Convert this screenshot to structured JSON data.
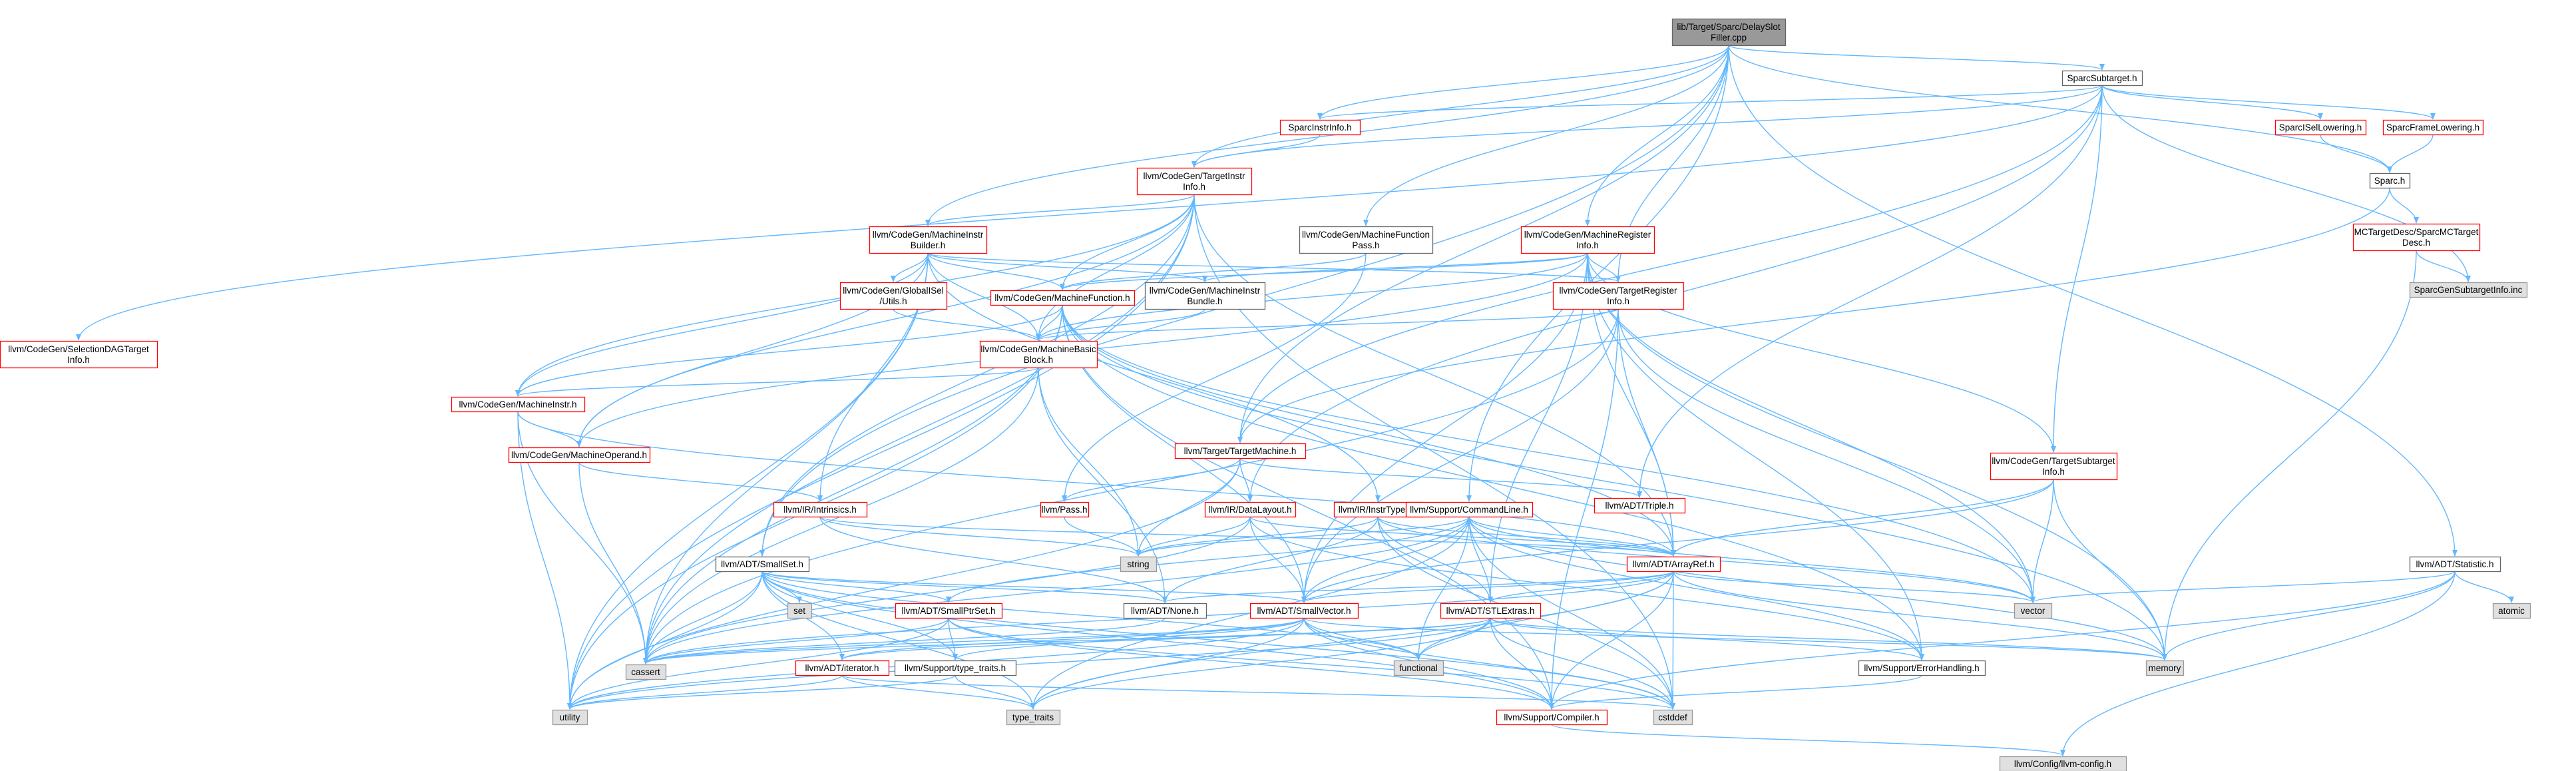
{
  "colors": {
    "background": "#ffffff",
    "node_root_fill": "#999999",
    "node_root_stroke": "#666666",
    "node_normal_fill": "#ffffff",
    "node_normal_stroke": "#666666",
    "node_link_stroke": "#ff0000",
    "node_system_fill": "#e0e0e0",
    "node_system_stroke": "#999999",
    "edge_blue": "#63b8ff",
    "edge_red": "#8b1a1a",
    "edge_orange": "#ffa500"
  },
  "nodes": [
    {
      "id": "root",
      "lines": [
        "lib/Target/Sparc/DelaySlot",
        "Filler.cpp"
      ],
      "style": "root"
    },
    {
      "id": "sparcsubtarget",
      "lines": [
        "SparcSubtarget.h"
      ],
      "style": "normal"
    },
    {
      "id": "sparcinstrinfo",
      "lines": [
        "SparcInstrInfo.h"
      ],
      "style": "link"
    },
    {
      "id": "sparcisel",
      "lines": [
        "SparcISelLowering.h"
      ],
      "style": "link"
    },
    {
      "id": "sparcframe",
      "lines": [
        "SparcFrameLowering.h"
      ],
      "style": "link"
    },
    {
      "id": "sparch",
      "lines": [
        "Sparc.h"
      ],
      "style": "normal"
    },
    {
      "id": "mctarget",
      "lines": [
        "MCTargetDesc/SparcMCTarget",
        "Desc.h"
      ],
      "style": "link"
    },
    {
      "id": "sparcgensub",
      "lines": [
        "SparcGenSubtargetInfo.inc"
      ],
      "style": "system"
    },
    {
      "id": "targetinstr",
      "lines": [
        "llvm/CodeGen/TargetInstr",
        "Info.h"
      ],
      "style": "link"
    },
    {
      "id": "mibuilder",
      "lines": [
        "llvm/CodeGen/MachineInstr",
        "Builder.h"
      ],
      "style": "link"
    },
    {
      "id": "mfpass",
      "lines": [
        "llvm/CodeGen/MachineFunction",
        "Pass.h"
      ],
      "style": "normal"
    },
    {
      "id": "mreginfo",
      "lines": [
        "llvm/CodeGen/MachineRegister",
        "Info.h"
      ],
      "style": "link"
    },
    {
      "id": "globalisel",
      "lines": [
        "llvm/CodeGen/GlobalISel",
        "/Utils.h"
      ],
      "style": "link"
    },
    {
      "id": "mfunction",
      "lines": [
        "llvm/CodeGen/MachineFunction.h"
      ],
      "style": "link"
    },
    {
      "id": "mibundle",
      "lines": [
        "llvm/CodeGen/MachineInstr",
        "Bundle.h"
      ],
      "style": "normal"
    },
    {
      "id": "targetreg",
      "lines": [
        "llvm/CodeGen/TargetRegister",
        "Info.h"
      ],
      "style": "link"
    },
    {
      "id": "seldag",
      "lines": [
        "llvm/CodeGen/SelectionDAGTarget",
        "Info.h"
      ],
      "style": "link"
    },
    {
      "id": "mbb",
      "lines": [
        "llvm/CodeGen/MachineBasic",
        "Block.h"
      ],
      "style": "link"
    },
    {
      "id": "minstr",
      "lines": [
        "llvm/CodeGen/MachineInstr.h"
      ],
      "style": "link"
    },
    {
      "id": "moperand",
      "lines": [
        "llvm/CodeGen/MachineOperand.h"
      ],
      "style": "link"
    },
    {
      "id": "targetmachine",
      "lines": [
        "llvm/Target/TargetMachine.h"
      ],
      "style": "link"
    },
    {
      "id": "triple",
      "lines": [
        "llvm/ADT/Triple.h"
      ],
      "style": "link"
    },
    {
      "id": "intrinsics",
      "lines": [
        "llvm/IR/Intrinsics.h"
      ],
      "style": "link"
    },
    {
      "id": "pass",
      "lines": [
        "llvm/Pass.h"
      ],
      "style": "link"
    },
    {
      "id": "datalayout",
      "lines": [
        "llvm/IR/DataLayout.h"
      ],
      "style": "link"
    },
    {
      "id": "instrtypes",
      "lines": [
        "llvm/IR/InstrTypes.h"
      ],
      "style": "link"
    },
    {
      "id": "cmdline",
      "lines": [
        "llvm/Support/CommandLine.h"
      ],
      "style": "link"
    },
    {
      "id": "targetsub",
      "lines": [
        "llvm/CodeGen/TargetSubtarget",
        "Info.h"
      ],
      "style": "link"
    },
    {
      "id": "statistic",
      "lines": [
        "llvm/ADT/Statistic.h"
      ],
      "style": "normal"
    },
    {
      "id": "atomic",
      "lines": [
        "atomic"
      ],
      "style": "system"
    },
    {
      "id": "smallset",
      "lines": [
        "llvm/ADT/SmallSet.h"
      ],
      "style": "normal"
    },
    {
      "id": "set",
      "lines": [
        "set"
      ],
      "style": "system"
    },
    {
      "id": "string",
      "lines": [
        "string"
      ],
      "style": "system"
    },
    {
      "id": "arrayref",
      "lines": [
        "llvm/ADT/ArrayRef.h"
      ],
      "style": "link"
    },
    {
      "id": "vector",
      "lines": [
        "vector"
      ],
      "style": "system"
    },
    {
      "id": "none",
      "lines": [
        "llvm/ADT/None.h"
      ],
      "style": "normal"
    },
    {
      "id": "smallptrset",
      "lines": [
        "llvm/ADT/SmallPtrSet.h"
      ],
      "style": "link"
    },
    {
      "id": "smallvector",
      "lines": [
        "llvm/ADT/SmallVector.h"
      ],
      "style": "link"
    },
    {
      "id": "stlextras",
      "lines": [
        "llvm/ADT/STLExtras.h"
      ],
      "style": "link"
    },
    {
      "id": "cassert",
      "lines": [
        "cassert"
      ],
      "style": "system"
    },
    {
      "id": "functional",
      "lines": [
        "functional"
      ],
      "style": "system"
    },
    {
      "id": "memory",
      "lines": [
        "memory"
      ],
      "style": "system"
    },
    {
      "id": "iterator",
      "lines": [
        "llvm/ADT/iterator.h"
      ],
      "style": "link"
    },
    {
      "id": "typetraits_h",
      "lines": [
        "llvm/Support/type_traits.h"
      ],
      "style": "normal"
    },
    {
      "id": "errorhandling",
      "lines": [
        "llvm/Support/ErrorHandling.h"
      ],
      "style": "normal"
    },
    {
      "id": "utility",
      "lines": [
        "utility"
      ],
      "style": "system"
    },
    {
      "id": "type_traits",
      "lines": [
        "type_traits"
      ],
      "style": "system"
    },
    {
      "id": "compiler",
      "lines": [
        "llvm/Support/Compiler.h"
      ],
      "style": "link"
    },
    {
      "id": "cstddef",
      "lines": [
        "cstddef"
      ],
      "style": "system"
    },
    {
      "id": "llvmconfig",
      "lines": [
        "llvm/Config/llvm-config.h"
      ],
      "style": "system"
    }
  ],
  "edges": [
    [
      "root",
      "sparcsubtarget"
    ],
    [
      "root",
      "targetinstr"
    ],
    [
      "root",
      "mibuilder"
    ],
    [
      "root",
      "mfpass"
    ],
    [
      "root",
      "mreginfo"
    ],
    [
      "root",
      "targetreg"
    ],
    [
      "root",
      "targetmachine"
    ],
    [
      "root",
      "cmdline"
    ],
    [
      "root",
      "statistic"
    ],
    [
      "root",
      "smallset"
    ],
    [
      "root",
      "sparch"
    ],
    [
      "root",
      "sparcinstrinfo"
    ],
    [
      "sparcsubtarget",
      "sparcinstrinfo"
    ],
    [
      "sparcsubtarget",
      "sparcisel"
    ],
    [
      "sparcsubtarget",
      "sparcframe"
    ],
    [
      "sparcsubtarget",
      "sparcgensub"
    ],
    [
      "sparcsubtarget",
      "seldag"
    ],
    [
      "sparcsubtarget",
      "targetsub"
    ],
    [
      "sparcsubtarget",
      "triple"
    ],
    [
      "sparcsubtarget",
      "datalayout"
    ],
    [
      "sparcsubtarget",
      "targetmachine"
    ],
    [
      "sparcsubtarget",
      "targetinstr"
    ],
    [
      "sparcframe",
      "sparch"
    ],
    [
      "sparcisel",
      "sparch"
    ],
    [
      "sparch",
      "mctarget"
    ],
    [
      "sparch",
      "targetmachine"
    ],
    [
      "mctarget",
      "sparcgensub"
    ],
    [
      "mctarget",
      "memory"
    ],
    [
      "sparcinstrinfo",
      "targetinstr"
    ],
    [
      "targetinstr",
      "mibuilder"
    ],
    [
      "targetinstr",
      "mfunction"
    ],
    [
      "targetinstr",
      "mbb"
    ],
    [
      "targetinstr",
      "minstr"
    ],
    [
      "targetinstr",
      "moperand"
    ],
    [
      "targetinstr",
      "arrayref"
    ],
    [
      "targetinstr",
      "cassert"
    ],
    [
      "targetinstr",
      "utility"
    ],
    [
      "targetinstr",
      "smallset"
    ],
    [
      "targetinstr",
      "cstddef"
    ],
    [
      "mibuilder",
      "globalisel"
    ],
    [
      "mibuilder",
      "mfunction"
    ],
    [
      "mibuilder",
      "mibundle"
    ],
    [
      "mibuilder",
      "mbb"
    ],
    [
      "mibuilder",
      "minstr"
    ],
    [
      "mibuilder",
      "moperand"
    ],
    [
      "mibuilder",
      "targetreg"
    ],
    [
      "mibuilder",
      "intrinsics"
    ],
    [
      "mibuilder",
      "cassert"
    ],
    [
      "mibuilder",
      "utility"
    ],
    [
      "mibuilder",
      "instrtypes"
    ],
    [
      "mfpass",
      "mfunction"
    ],
    [
      "mfpass",
      "pass"
    ],
    [
      "mreginfo",
      "mfunction"
    ],
    [
      "mreginfo",
      "mbb"
    ],
    [
      "mreginfo",
      "mibundle"
    ],
    [
      "mreginfo",
      "moperand"
    ],
    [
      "mreginfo",
      "targetreg"
    ],
    [
      "mreginfo",
      "targetsub"
    ],
    [
      "mreginfo",
      "arrayref"
    ],
    [
      "mreginfo",
      "smallvector"
    ],
    [
      "mreginfo",
      "stlextras"
    ],
    [
      "mreginfo",
      "errorhandling"
    ],
    [
      "mreginfo",
      "vector"
    ],
    [
      "mreginfo",
      "memory"
    ],
    [
      "globalisel",
      "mbb"
    ],
    [
      "mfunction",
      "mbb"
    ],
    [
      "mfunction",
      "minstr"
    ],
    [
      "mfunction",
      "arrayref"
    ],
    [
      "mfunction",
      "smallvector"
    ],
    [
      "mfunction",
      "errorhandling"
    ],
    [
      "mfunction",
      "compiler"
    ],
    [
      "mfunction",
      "cassert"
    ],
    [
      "mfunction",
      "utility"
    ],
    [
      "mfunction",
      "memory"
    ],
    [
      "mfunction",
      "vector"
    ],
    [
      "mibundle",
      "mbb"
    ],
    [
      "targetreg",
      "mbb"
    ],
    [
      "targetreg",
      "arrayref"
    ],
    [
      "targetreg",
      "smallvector"
    ],
    [
      "targetreg",
      "compiler"
    ],
    [
      "targetreg",
      "cassert"
    ],
    [
      "targetreg",
      "vector"
    ],
    [
      "mbb",
      "minstr"
    ],
    [
      "mbb",
      "none"
    ],
    [
      "mbb",
      "string"
    ],
    [
      "mbb",
      "cassert"
    ],
    [
      "minstr",
      "moperand"
    ],
    [
      "minstr",
      "arrayref"
    ],
    [
      "minstr",
      "cassert"
    ],
    [
      "minstr",
      "utility"
    ],
    [
      "moperand",
      "intrinsics"
    ],
    [
      "moperand",
      "cassert"
    ],
    [
      "targetmachine",
      "triple"
    ],
    [
      "targetmachine",
      "datalayout"
    ],
    [
      "targetmachine",
      "pass"
    ],
    [
      "targetmachine",
      "string"
    ],
    [
      "targetmachine",
      "utility"
    ],
    [
      "intrinsics",
      "none"
    ],
    [
      "intrinsics",
      "arrayref"
    ],
    [
      "intrinsics",
      "string"
    ],
    [
      "pass",
      "string"
    ],
    [
      "datalayout",
      "arrayref"
    ],
    [
      "datalayout",
      "smallvector"
    ],
    [
      "datalayout",
      "string"
    ],
    [
      "datalayout",
      "cassert"
    ],
    [
      "datalayout",
      "errorhandling"
    ],
    [
      "instrtypes",
      "arrayref"
    ],
    [
      "instrtypes",
      "none"
    ],
    [
      "instrtypes",
      "stlextras"
    ],
    [
      "instrtypes",
      "string"
    ],
    [
      "instrtypes",
      "vector"
    ],
    [
      "instrtypes",
      "cstddef"
    ],
    [
      "cmdline",
      "arrayref"
    ],
    [
      "cmdline",
      "smallptrset"
    ],
    [
      "cmdline",
      "smallvector"
    ],
    [
      "cmdline",
      "stlextras"
    ],
    [
      "cmdline",
      "errorhandling"
    ],
    [
      "cmdline",
      "cassert"
    ],
    [
      "cmdline",
      "functional"
    ],
    [
      "cmdline",
      "string"
    ],
    [
      "cmdline",
      "vector"
    ],
    [
      "cmdline",
      "type_traits"
    ],
    [
      "cmdline",
      "cstddef"
    ],
    [
      "cmdline",
      "memory"
    ],
    [
      "targetsub",
      "arrayref"
    ],
    [
      "targetsub",
      "smallvector"
    ],
    [
      "targetsub",
      "vector"
    ],
    [
      "targetsub",
      "memory"
    ],
    [
      "statistic",
      "atomic"
    ],
    [
      "statistic",
      "memory"
    ],
    [
      "statistic",
      "vector"
    ],
    [
      "statistic",
      "compiler"
    ],
    [
      "statistic",
      "llvmconfig"
    ],
    [
      "smallset",
      "none"
    ],
    [
      "smallset",
      "smallptrset"
    ],
    [
      "smallset",
      "smallvector"
    ],
    [
      "smallset",
      "iterator"
    ],
    [
      "smallset",
      "typetraits_h"
    ],
    [
      "smallset",
      "compiler"
    ],
    [
      "smallset",
      "cassert"
    ],
    [
      "smallset",
      "set"
    ],
    [
      "smallset",
      "cstddef"
    ],
    [
      "smallset",
      "functional"
    ],
    [
      "smallset",
      "type_traits"
    ],
    [
      "smallset",
      "utility"
    ],
    [
      "arrayref",
      "none"
    ],
    [
      "arrayref",
      "smallvector"
    ],
    [
      "arrayref",
      "stlextras"
    ],
    [
      "arrayref",
      "compiler"
    ],
    [
      "arrayref",
      "cassert"
    ],
    [
      "arrayref",
      "cstddef"
    ],
    [
      "arrayref",
      "memory"
    ],
    [
      "arrayref",
      "type_traits"
    ],
    [
      "arrayref",
      "vector"
    ],
    [
      "arrayref",
      "functional"
    ],
    [
      "smallptrset",
      "typetraits_h"
    ],
    [
      "smallptrset",
      "compiler"
    ],
    [
      "smallptrset",
      "cassert"
    ],
    [
      "smallptrset",
      "cstddef"
    ],
    [
      "smallptrset",
      "utility"
    ],
    [
      "smallvector",
      "iterator"
    ],
    [
      "smallvector",
      "compiler"
    ],
    [
      "smallvector",
      "typetraits_h"
    ],
    [
      "smallvector",
      "cassert"
    ],
    [
      "smallvector",
      "cstddef"
    ],
    [
      "smallvector",
      "functional"
    ],
    [
      "smallvector",
      "memory"
    ],
    [
      "smallvector",
      "type_traits"
    ],
    [
      "smallvector",
      "utility"
    ],
    [
      "stlextras",
      "iterator"
    ],
    [
      "stlextras",
      "compiler"
    ],
    [
      "stlextras",
      "cassert"
    ],
    [
      "stlextras",
      "cstddef"
    ],
    [
      "stlextras",
      "functional"
    ],
    [
      "stlextras",
      "memory"
    ],
    [
      "stlextras",
      "type_traits"
    ],
    [
      "stlextras",
      "utility"
    ],
    [
      "stlextras",
      "errorhandling"
    ],
    [
      "iterator",
      "type_traits"
    ],
    [
      "iterator",
      "utility"
    ],
    [
      "iterator",
      "cstddef"
    ],
    [
      "typetraits_h",
      "utility"
    ],
    [
      "typetraits_h",
      "type_traits"
    ],
    [
      "errorhandling",
      "compiler"
    ],
    [
      "compiler",
      "llvmconfig"
    ],
    [
      "none",
      "cassert"
    ]
  ]
}
